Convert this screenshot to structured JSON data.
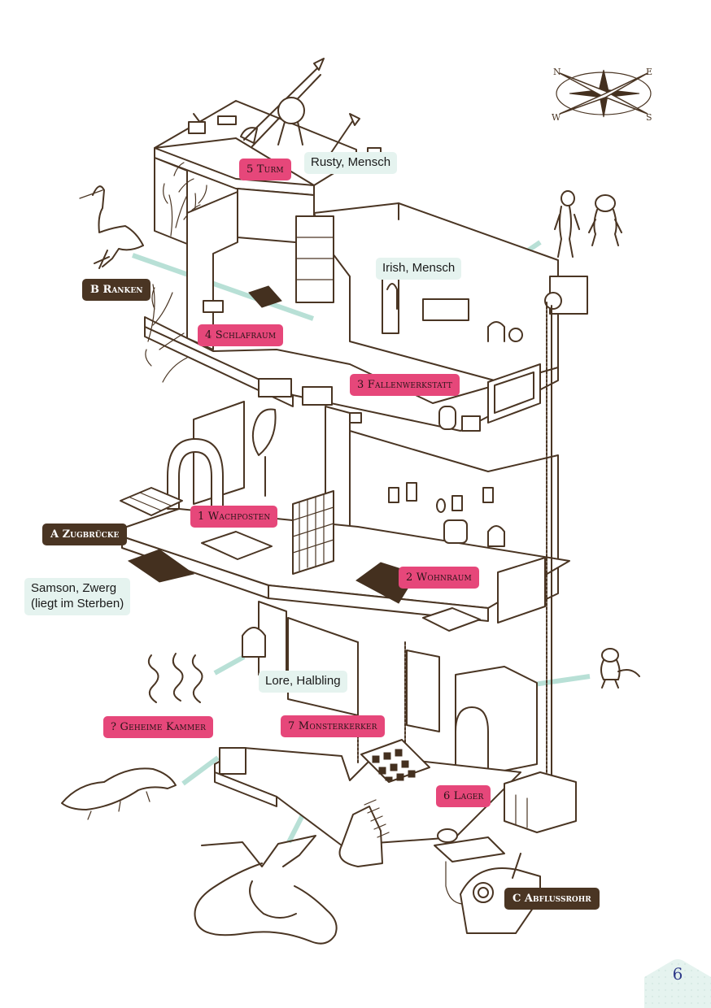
{
  "page": {
    "number": "6",
    "colors": {
      "room_label": "#e6477a",
      "exit_label": "#4a3523",
      "npc_label": "#e5f3ef",
      "connector": "#b8e0d6",
      "ink": "#4a3523",
      "page_number": "#2f3b8a"
    }
  },
  "compass": {
    "north": "N",
    "east": "E",
    "south": "S",
    "west": "W"
  },
  "rooms": [
    {
      "id": "1",
      "name": "Wachposten",
      "label": "1 Wachposten"
    },
    {
      "id": "2",
      "name": "Wohnraum",
      "label": "2 Wohnraum"
    },
    {
      "id": "3",
      "name": "Fallenwerkstatt",
      "label": "3 Fallenwerkstatt"
    },
    {
      "id": "4",
      "name": "Schlafraum",
      "label": "4 Schlafraum"
    },
    {
      "id": "5",
      "name": "Turm",
      "label": "5 Turm"
    },
    {
      "id": "6",
      "name": "Lager",
      "label": "6 Lager"
    },
    {
      "id": "7",
      "name": "Monsterkerker",
      "label": "7 Monsterkerker"
    },
    {
      "id": "?",
      "name": "Geheime Kammer",
      "label": "? Geheime Kammer"
    }
  ],
  "exits": [
    {
      "id": "A",
      "name": "Zugbrücke",
      "label": "A Zugbrücke"
    },
    {
      "id": "B",
      "name": "Ranken",
      "label": "B Ranken"
    },
    {
      "id": "C",
      "name": "Abflussrohr",
      "label": "C Abflussrohr"
    }
  ],
  "npcs": [
    {
      "name": "Rusty",
      "race": "Mensch",
      "label": "Rusty, Mensch"
    },
    {
      "name": "Irish",
      "race": "Mensch",
      "label": "Irish, Mensch"
    },
    {
      "name": "Samson",
      "race": "Zwerg",
      "label_line1": "Samson, Zwerg",
      "label_line2": "(liegt im Sterben)"
    },
    {
      "name": "Lore",
      "race": "Halbling",
      "label": "Lore, Halbling"
    }
  ],
  "creatures": [
    "heron-creature",
    "two-humanoids",
    "rat-man",
    "snakes",
    "crocodile",
    "dragon"
  ]
}
